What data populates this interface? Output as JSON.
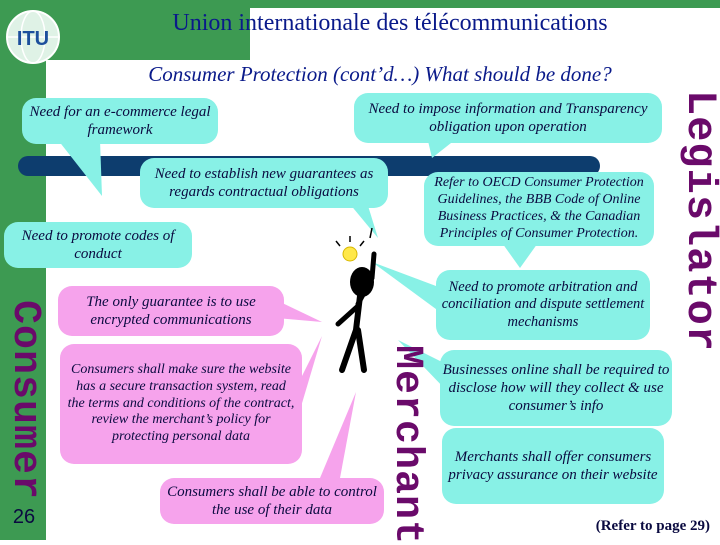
{
  "header": {
    "org_name": "Union internationale des télécommunications",
    "logo_text": "ITU"
  },
  "slide": {
    "title": "Consumer Protection (cont’d…) What should be done?",
    "page_number": "26",
    "reference": "(Refer to page 29)"
  },
  "side_labels": {
    "legislator": "Legislator",
    "consumer": "Consumer",
    "merchant": "Merchant"
  },
  "bubbles": {
    "ecommerce": "Need for an e-commerce legal framework",
    "information": "Need to impose information and Transparency obligation upon operation",
    "guarantees": "Need to establish new guarantees as regards contractual obligations",
    "oecd": "Refer to OECD Consumer Protection Guidelines, the BBB Code of Online Business Practices, & the Canadian Principles of Consumer Protection.",
    "codes": "Need to promote codes of conduct",
    "arbitration": "Need to promote arbitration and conciliation and dispute settlement mechanisms",
    "encrypted": "The only guarantee is to use encrypted communications",
    "secure_site": "Consumers shall make sure the website has a secure transaction system, read the terms and conditions of the contract, review the merchant’s policy for protecting personal data",
    "disclose": "Businesses online shall be required to disclose how will they collect & use consumer’s info",
    "privacy": "Merchants shall offer consumers privacy assurance on their website",
    "control": "Consumers shall be able to control the use of their data"
  },
  "colors": {
    "green": "#3d9a52",
    "cyan": "#88f1e6",
    "pink": "#f6a3ec",
    "navy": "#0d3d6e"
  }
}
